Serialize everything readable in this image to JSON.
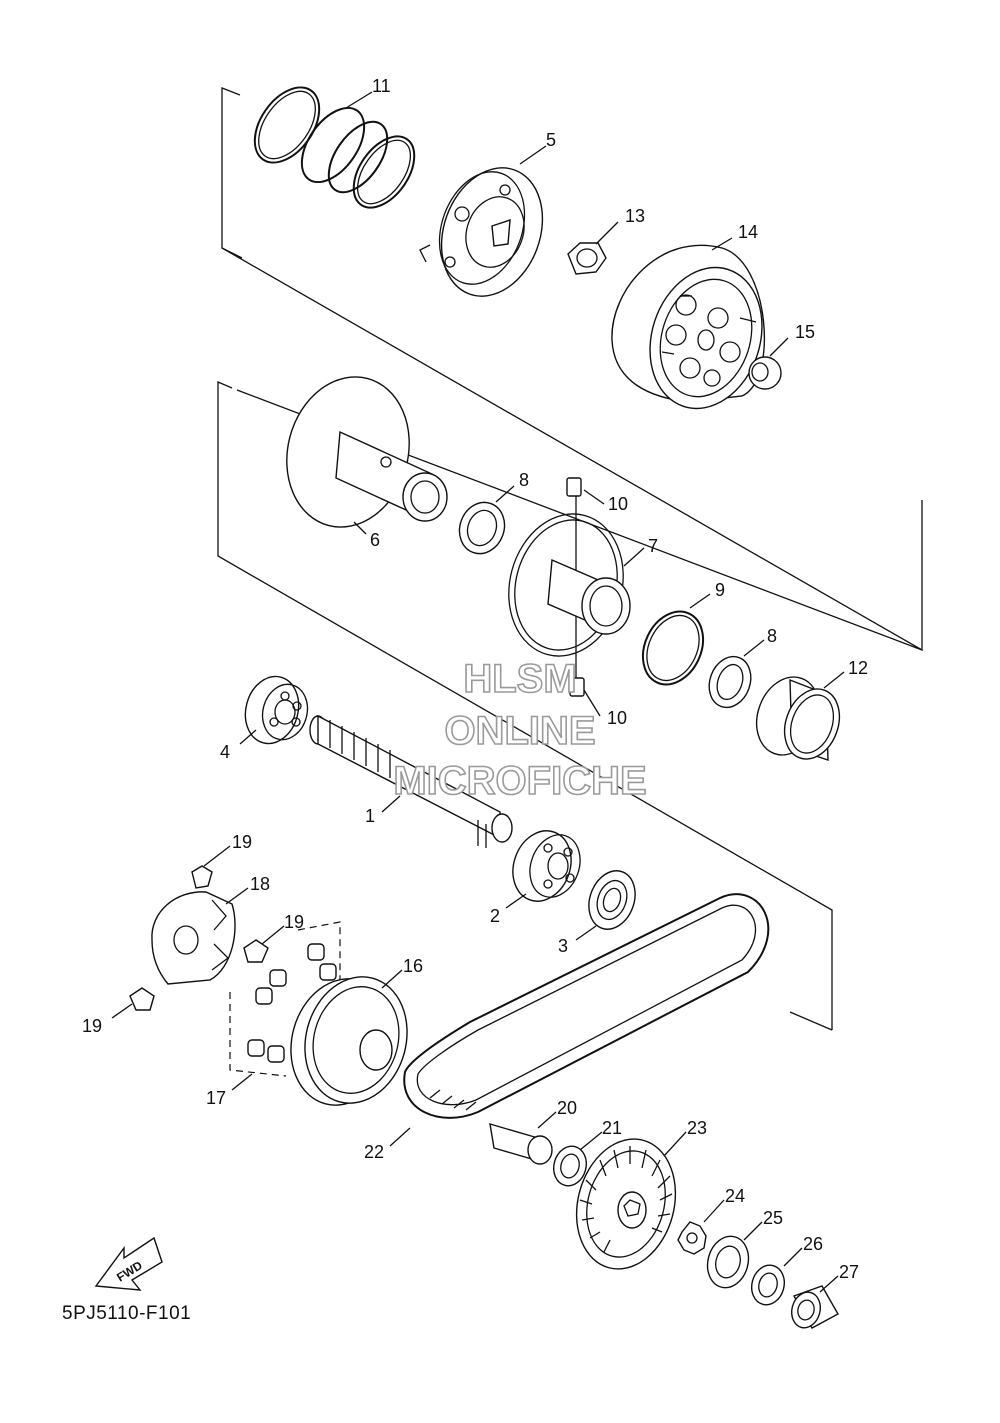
{
  "diagram_code": "5PJ5110-F101",
  "fwd_label": "FWD",
  "watermark": {
    "line1": "HLSM",
    "line2": "ONLINE",
    "line3": "MICROFICHE"
  },
  "callouts": [
    {
      "id": "c11",
      "label": "11"
    },
    {
      "id": "c5",
      "label": "5"
    },
    {
      "id": "c13",
      "label": "13"
    },
    {
      "id": "c14",
      "label": "14"
    },
    {
      "id": "c15",
      "label": "15"
    },
    {
      "id": "c6",
      "label": "6"
    },
    {
      "id": "c8a",
      "label": "8"
    },
    {
      "id": "c10a",
      "label": "10"
    },
    {
      "id": "c7",
      "label": "7"
    },
    {
      "id": "c9",
      "label": "9"
    },
    {
      "id": "c8b",
      "label": "8"
    },
    {
      "id": "c12",
      "label": "12"
    },
    {
      "id": "c10b",
      "label": "10"
    },
    {
      "id": "c4",
      "label": "4"
    },
    {
      "id": "c1",
      "label": "1"
    },
    {
      "id": "c2",
      "label": "2"
    },
    {
      "id": "c3",
      "label": "3"
    },
    {
      "id": "c19a",
      "label": "19"
    },
    {
      "id": "c18",
      "label": "18"
    },
    {
      "id": "c19b",
      "label": "19"
    },
    {
      "id": "c19c",
      "label": "19"
    },
    {
      "id": "c16",
      "label": "16"
    },
    {
      "id": "c17",
      "label": "17"
    },
    {
      "id": "c22",
      "label": "22"
    },
    {
      "id": "c20",
      "label": "20"
    },
    {
      "id": "c21",
      "label": "21"
    },
    {
      "id": "c23",
      "label": "23"
    },
    {
      "id": "c24",
      "label": "24"
    },
    {
      "id": "c25",
      "label": "25"
    },
    {
      "id": "c26",
      "label": "26"
    },
    {
      "id": "c27",
      "label": "27"
    }
  ]
}
